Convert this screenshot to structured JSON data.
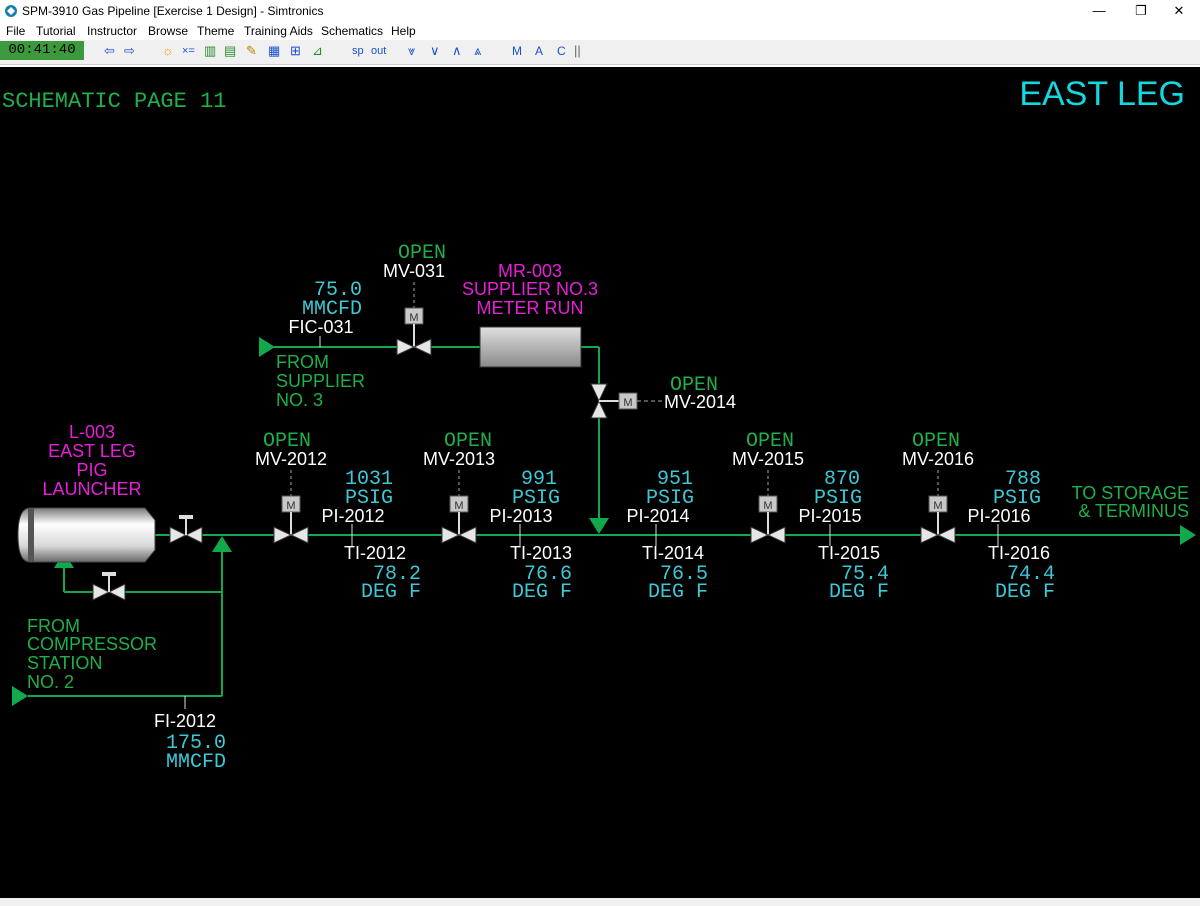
{
  "window": {
    "title": "SPM-3910 Gas Pipeline [Exercise 1 Design] - Simtronics",
    "minimize": "—",
    "restore": "❐",
    "close": "✕"
  },
  "menu": [
    "File",
    "Tutorial",
    "Instructor",
    "Browse",
    "Theme",
    "Training Aids",
    "Schematics",
    "Help"
  ],
  "toolbar": {
    "clock": "00:41:40",
    "sp": "sp",
    "out": "out",
    "m": "M",
    "a": "A",
    "c": "C"
  },
  "schematic": {
    "page_label": "SCHEMATIC PAGE 11",
    "title": "EAST LEG",
    "launcher": {
      "tag": "L-003",
      "line1": "EAST LEG",
      "line2": "PIG",
      "line3": "LAUNCHER"
    },
    "supplier_source": {
      "line1": "FROM",
      "line2": "SUPPLIER",
      "line3": "NO. 3"
    },
    "compressor_source": {
      "line1": "FROM",
      "line2": "COMPRESSOR",
      "line3": "STATION",
      "line4": "NO. 2"
    },
    "destination": {
      "line1": "TO STORAGE",
      "line2": "& TERMINUS"
    },
    "fic031": {
      "tag": "FIC-031",
      "value": "75.0",
      "unit": "MMCFD"
    },
    "fi2012": {
      "tag": "FI-2012",
      "value": "175.0",
      "unit": "MMCFD"
    },
    "meter_run": {
      "tag": "MR-003",
      "line1": "SUPPLIER NO.3",
      "line2": "METER RUN"
    },
    "valves": {
      "mv031": {
        "tag": "MV-031",
        "status": "OPEN"
      },
      "mv2014": {
        "tag": "MV-2014",
        "status": "OPEN"
      },
      "mv2012": {
        "tag": "MV-2012",
        "status": "OPEN"
      },
      "mv2013": {
        "tag": "MV-2013",
        "status": "OPEN"
      },
      "mv2015": {
        "tag": "MV-2015",
        "status": "OPEN"
      },
      "mv2016": {
        "tag": "MV-2016",
        "status": "OPEN"
      },
      "motor_letter": "M"
    },
    "pressure": {
      "pi2012": {
        "tag": "PI-2012",
        "value": "1031",
        "unit": "PSIG"
      },
      "pi2013": {
        "tag": "PI-2013",
        "value": "991",
        "unit": "PSIG"
      },
      "pi2014": {
        "tag": "PI-2014",
        "value": "951",
        "unit": "PSIG"
      },
      "pi2015": {
        "tag": "PI-2015",
        "value": "870",
        "unit": "PSIG"
      },
      "pi2016": {
        "tag": "PI-2016",
        "value": "788",
        "unit": "PSIG"
      }
    },
    "temperature": {
      "ti2012": {
        "tag": "TI-2012",
        "value": "78.2",
        "unit": "DEG F"
      },
      "ti2013": {
        "tag": "TI-2013",
        "value": "76.6",
        "unit": "DEG F"
      },
      "ti2014": {
        "tag": "TI-2014",
        "value": "76.5",
        "unit": "DEG F"
      },
      "ti2015": {
        "tag": "TI-2015",
        "value": "75.4",
        "unit": "DEG F"
      },
      "ti2016": {
        "tag": "TI-2016",
        "value": "74.4",
        "unit": "DEG F"
      }
    },
    "colors": {
      "pipe": "#12a84e",
      "label_green": "#1fb04a",
      "value_cyan": "#3dc8d6",
      "tag_white": "#ffffff",
      "equipment_magenta": "#e81fd8",
      "title_cyan": "#12d8e0"
    }
  }
}
